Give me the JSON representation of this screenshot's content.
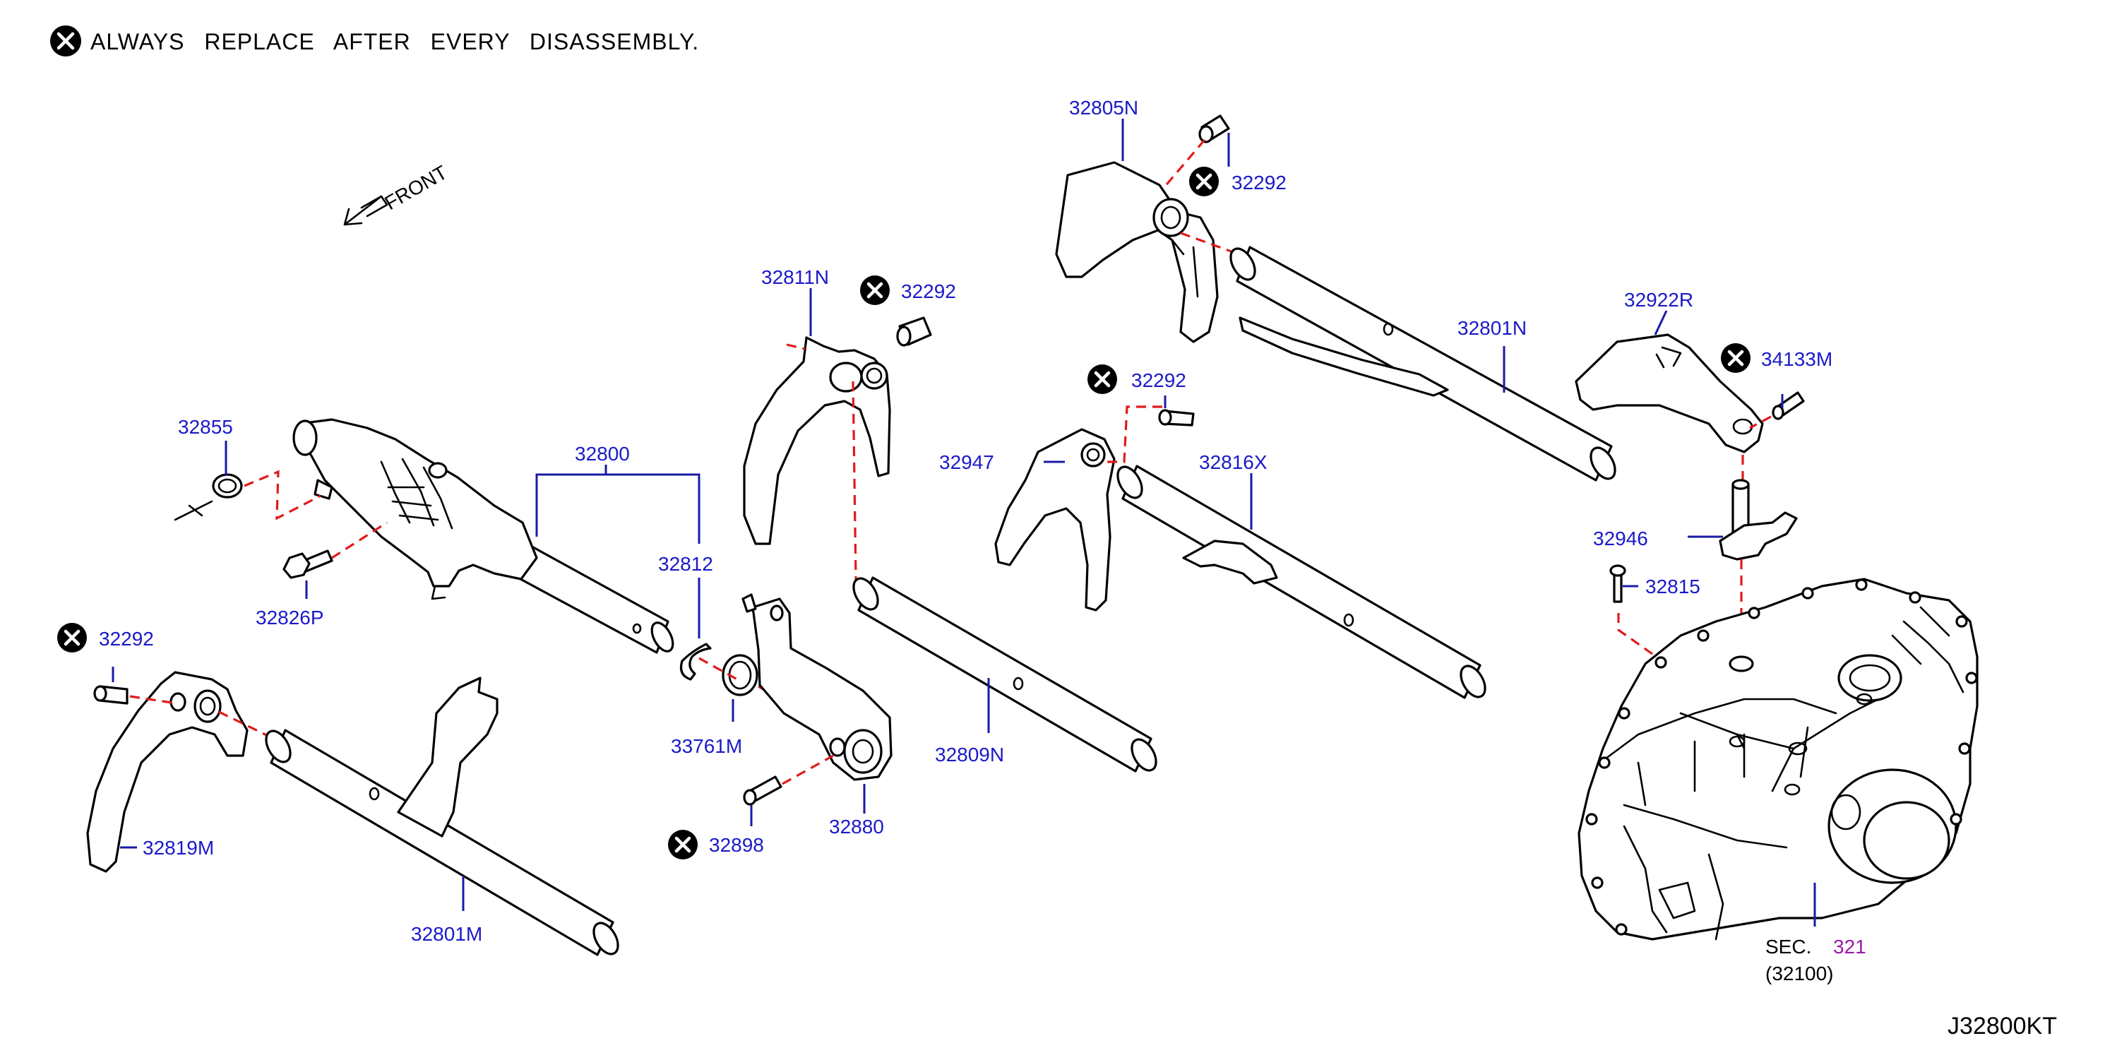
{
  "note": {
    "symbol": "replace-symbol",
    "text": "ALWAYS REPLACE AFTER EVERY DISASSEMBLY."
  },
  "front": {
    "label": "FRONT"
  },
  "diagram_code": "J32800KT",
  "section": {
    "prefix": "SEC.",
    "number": "321",
    "sub": "(32100)"
  },
  "labels": {
    "l_32805N": "32805N",
    "l_32292_a": "32292",
    "l_32811N": "32811N",
    "l_32292_b": "32292",
    "l_32801N": "32801N",
    "l_32922R": "32922R",
    "l_34133M": "34133M",
    "l_32855": "32855",
    "l_32800": "32800",
    "l_32292_c": "32292",
    "l_32947": "32947",
    "l_32816X": "32816X",
    "l_32946": "32946",
    "l_32812": "32812",
    "l_32826P": "32826P",
    "l_32815": "32815",
    "l_32292_d": "32292",
    "l_33761M": "33761M",
    "l_32809N": "32809N",
    "l_32819M": "32819M",
    "l_32880": "32880",
    "l_32898": "32898",
    "l_32801M": "32801M"
  },
  "colors": {
    "label": "#1a1ac8",
    "leader": "#1a1aa6",
    "dashed_guide": "#e01b1b",
    "section_number": "#9a1aa8"
  }
}
